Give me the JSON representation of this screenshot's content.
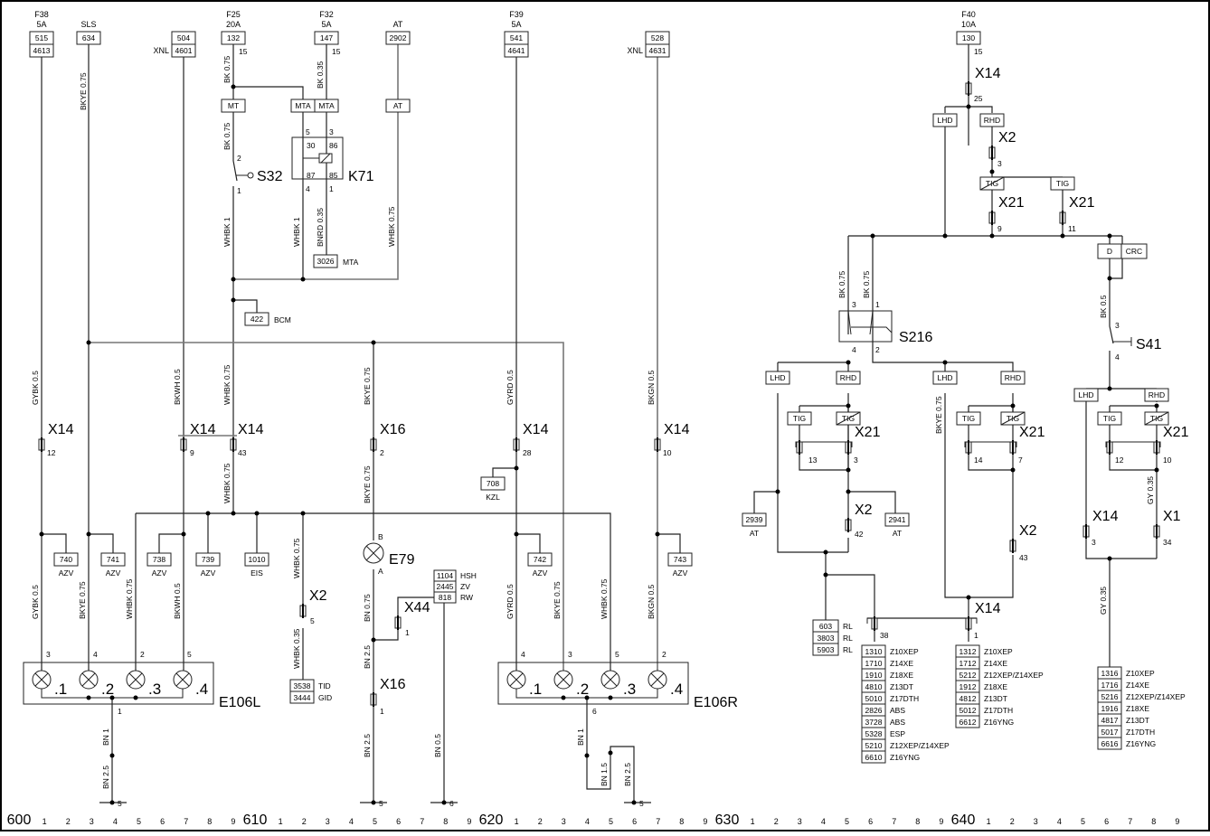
{
  "diagram": {
    "type": "wiring-diagram",
    "grid_labels": {
      "decades": [
        "600",
        "610",
        "620",
        "630",
        "640"
      ],
      "digits": [
        "1",
        "2",
        "3",
        "4",
        "5",
        "6",
        "7",
        "8",
        "9"
      ]
    },
    "fuses": [
      {
        "id": "F38",
        "rating": "5A",
        "circuits": [
          "515",
          "4613"
        ]
      },
      {
        "id": "SLS",
        "circuits": [
          "634"
        ]
      },
      {
        "id": "XNL",
        "circuits": [
          "504",
          "4601"
        ],
        "side": "left"
      },
      {
        "id": "F25",
        "rating": "20A",
        "circuits": [
          "132"
        ],
        "pin": "15"
      },
      {
        "id": "F32",
        "rating": "5A",
        "circuits": [
          "147"
        ],
        "pin": "15"
      },
      {
        "id": "AT",
        "circuits": [
          "2902"
        ]
      },
      {
        "id": "F39",
        "rating": "5A",
        "circuits": [
          "541",
          "4641"
        ]
      },
      {
        "id": "XNL",
        "circuits": [
          "528",
          "4631"
        ],
        "side": "left"
      },
      {
        "id": "F40",
        "rating": "10A",
        "circuits": [
          "130"
        ],
        "pin": "15"
      }
    ],
    "wires": {
      "bkye075": "BKYE 0.75",
      "bk075": "BK 0.75",
      "bk035": "BK 0.35",
      "whbk1": "WHBK 1",
      "bnrd035": "BNRD 0.35",
      "whbk075": "WHBK 0.75",
      "gybk05": "GYBK 0.5",
      "bkwh05": "BKWH 0.5",
      "gyrd05": "GYRD 0.5",
      "bkgn05": "BKGN 0.5",
      "whbk035": "WHBK 0.35",
      "bn075": "BN 0.75",
      "bn25": "BN 2.5",
      "bn1": "BN 1",
      "bn05": "BN 0.5",
      "bn15": "BN 1.5",
      "bk05": "BK 0.5",
      "gy035": "GY 0.35"
    },
    "options": {
      "mt": "MT",
      "mta": "MTA",
      "at": "AT",
      "lhd": "LHD",
      "rhd": "RHD",
      "tig": "TIG",
      "d": "D",
      "crc": "CRC"
    },
    "components": {
      "s32": "S32",
      "k71": "K71",
      "k71_pins": [
        "30",
        "86",
        "87",
        "85"
      ],
      "s216": "S216",
      "s41": "S41",
      "e79": "E79",
      "e79_b": "B",
      "e79_a": "A",
      "e106l": "E106L",
      "e106r": "E106R",
      "lamps": [
        ".1",
        ".2",
        ".3",
        ".4"
      ]
    },
    "connectors": {
      "x14": "X14",
      "x16": "X16",
      "x2": "X2",
      "x44": "X44",
      "x21": "X21",
      "x1": "X1"
    },
    "refs": {
      "r3026": {
        "num": "3026",
        "label": "MTA"
      },
      "r422": {
        "num": "422",
        "label": "BCM"
      },
      "r740": {
        "num": "740",
        "label": "AZV"
      },
      "r741": {
        "num": "741",
        "label": "AZV"
      },
      "r738": {
        "num": "738",
        "label": "AZV"
      },
      "r739": {
        "num": "739",
        "label": "AZV"
      },
      "r1010": {
        "num": "1010",
        "label": "EIS"
      },
      "r708": {
        "num": "708",
        "label": "KZL"
      },
      "r742": {
        "num": "742",
        "label": "AZV"
      },
      "r743": {
        "num": "743",
        "label": "AZV"
      },
      "r2939": {
        "num": "2939",
        "label": "AT"
      },
      "r2941": {
        "num": "2941",
        "label": "AT"
      }
    },
    "stacks": {
      "tid": [
        {
          "num": "3538",
          "label": "TID"
        },
        {
          "num": "3444",
          "label": "GID"
        }
      ],
      "hsh": [
        {
          "num": "1104",
          "label": "HSH"
        },
        {
          "num": "2445",
          "label": "ZV"
        },
        {
          "num": "818",
          "label": "RW"
        }
      ],
      "rl": [
        {
          "num": "603",
          "label": "RL"
        },
        {
          "num": "3803",
          "label": "RL"
        },
        {
          "num": "5903",
          "label": "RL"
        }
      ],
      "z38": [
        {
          "num": "1310",
          "label": "Z10XEP"
        },
        {
          "num": "1710",
          "label": "Z14XE"
        },
        {
          "num": "1910",
          "label": "Z18XE"
        },
        {
          "num": "4810",
          "label": "Z13DT"
        },
        {
          "num": "5010",
          "label": "Z17DTH"
        },
        {
          "num": "2826",
          "label": "ABS"
        },
        {
          "num": "3728",
          "label": "ABS"
        },
        {
          "num": "5328",
          "label": "ESP"
        },
        {
          "num": "5210",
          "label": "Z12XEP/Z14XEP"
        },
        {
          "num": "6610",
          "label": "Z16YNG"
        }
      ],
      "z1": [
        {
          "num": "1312",
          "label": "Z10XEP"
        },
        {
          "num": "1712",
          "label": "Z14XE"
        },
        {
          "num": "5212",
          "label": "Z12XEP/Z14XEP"
        },
        {
          "num": "1912",
          "label": "Z18XE"
        },
        {
          "num": "4812",
          "label": "Z13DT"
        },
        {
          "num": "5012",
          "label": "Z17DTH"
        },
        {
          "num": "6612",
          "label": "Z16YNG"
        }
      ],
      "zgy": [
        {
          "num": "1316",
          "label": "Z10XEP"
        },
        {
          "num": "1716",
          "label": "Z14XE"
        },
        {
          "num": "5216",
          "label": "Z12XEP/Z14XEP"
        },
        {
          "num": "1916",
          "label": "Z18XE"
        },
        {
          "num": "4817",
          "label": "Z13DT"
        },
        {
          "num": "5017",
          "label": "Z17DTH"
        },
        {
          "num": "6616",
          "label": "Z16YNG"
        }
      ]
    },
    "pins": {
      "p15": "15",
      "p2": "2",
      "p1": "1",
      "p5": "5",
      "p3": "3",
      "p4": "4",
      "p12": "12",
      "p9": "9",
      "p43": "43",
      "p28": "28",
      "p10": "10",
      "p6": "6",
      "p25": "25",
      "p11": "11",
      "p13": "13",
      "p14": "14",
      "p7": "7",
      "p42": "42",
      "p38": "38",
      "p34": "34"
    }
  }
}
